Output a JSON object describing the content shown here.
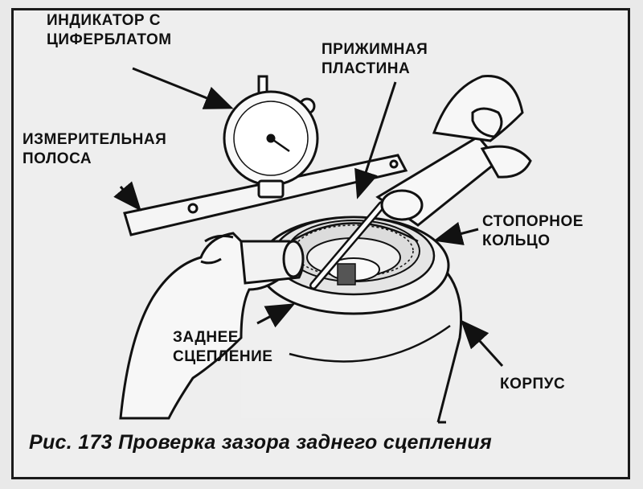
{
  "labels": {
    "dial_indicator": "ИНДИКАТОР С\nЦИФЕРБЛАТОМ",
    "pressure_plate": "ПРИЖИМНАЯ\nПЛАСТИНА",
    "measuring_bar": "ИЗМЕРИТЕЛЬНАЯ\nПОЛОСА",
    "snap_ring": "СТОПОРНОЕ\nКОЛЬЦО",
    "rear_clutch": "ЗАДНЕЕ\nСЦЕПЛЕНИЕ",
    "housing": "КОРПУС"
  },
  "caption": "Рис. 173 Проверка зазора заднего сцепления"
}
